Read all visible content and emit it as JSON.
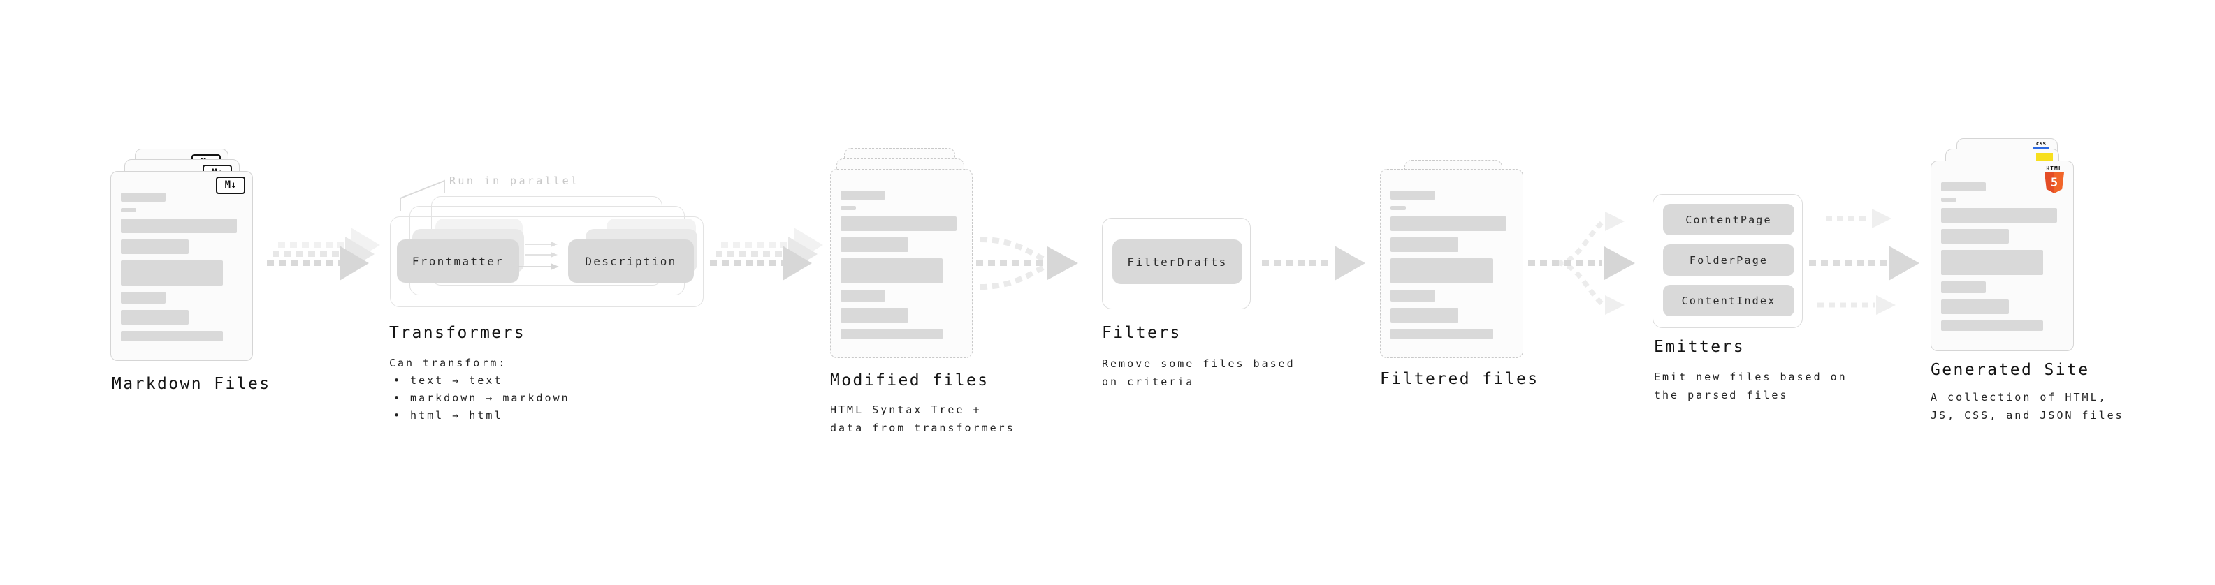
{
  "diagram": {
    "nodes": {
      "markdown_files": {
        "label": "Markdown Files",
        "badge": "M↓"
      },
      "transformers": {
        "label": "Transformers",
        "annotation": "Run in parallel",
        "pill_left": "Frontmatter",
        "pill_right": "Description",
        "caption_title": "Can transform:",
        "bullets": [
          "• text → text",
          "• markdown → markdown",
          "• html → html"
        ]
      },
      "modified_files": {
        "label": "Modified files",
        "caption": [
          "HTML Syntax Tree +",
          "data from transformers"
        ]
      },
      "filters": {
        "label": "Filters",
        "pill": "FilterDrafts",
        "caption": [
          "Remove some files based",
          "on criteria"
        ]
      },
      "filtered_files": {
        "label": "Filtered files"
      },
      "emitters": {
        "label": "Emitters",
        "pills": [
          "ContentPage",
          "FolderPage",
          "ContentIndex"
        ],
        "caption": [
          "Emit new files based on",
          "the parsed files"
        ]
      },
      "generated_site": {
        "label": "Generated Site",
        "caption": [
          "A collection of HTML,",
          "JS, CSS, and JSON files"
        ],
        "badge_html_word": "HTML",
        "badge_html_number": "5",
        "badge_css": "css"
      }
    },
    "colors": {
      "background": "#ffffff",
      "card_fill": "#fbfbfb",
      "card_border": "#d5d5d5",
      "dashed_border": "#c9c9c9",
      "bar_fill": "#d9d9d9",
      "pill_fill": "#d9d9d9",
      "frame_border": "#e3e3e3",
      "arrow": "#d9d9d9",
      "arrow_light": "#ececec",
      "annotation_text": "#c9c9c9",
      "title_text": "#141414",
      "js_yellow": "#f7df1e",
      "css_blue": "#2d6ae3",
      "html5_orange": "#e44d26"
    }
  }
}
